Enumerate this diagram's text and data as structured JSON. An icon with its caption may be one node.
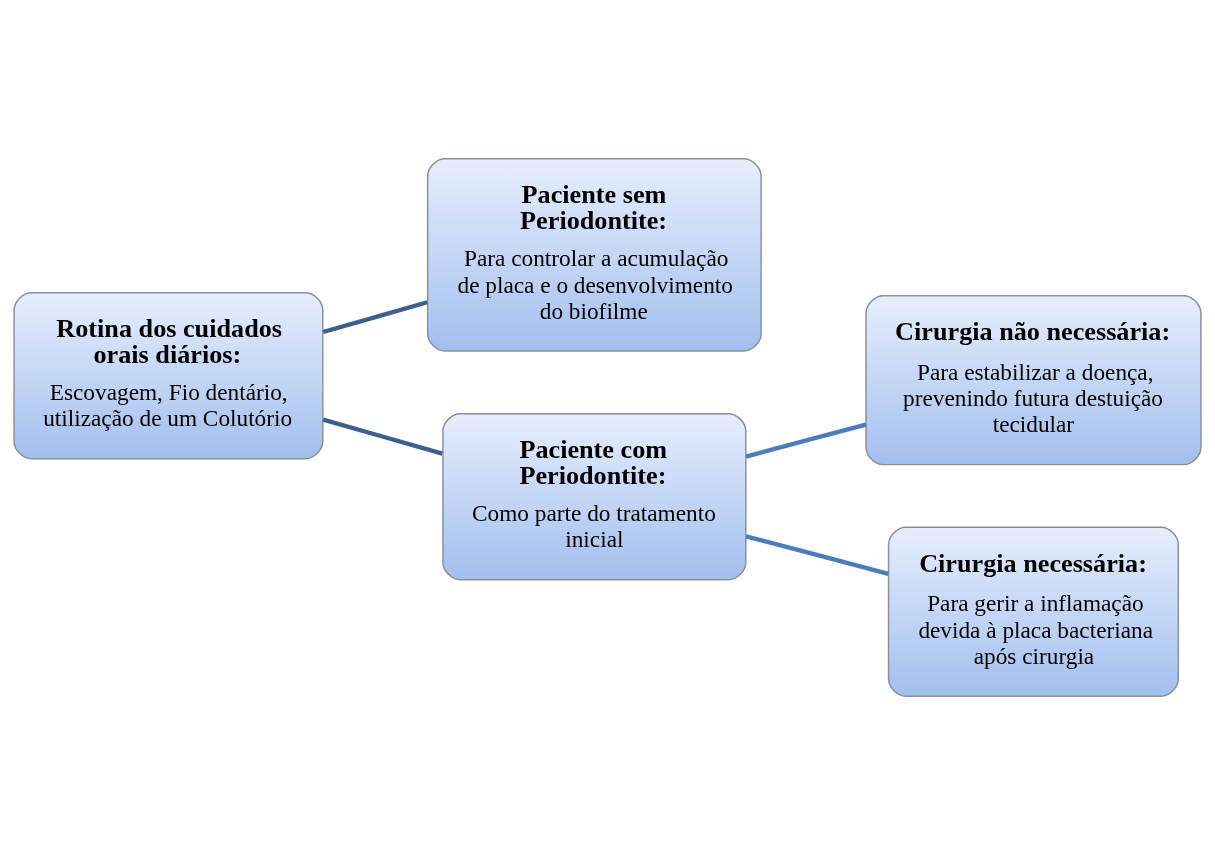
{
  "diagram": {
    "nodes": [
      {
        "text": [
          "Rotina dos cuidados orais diários:",
          "Escovagem, Fio dentário, utilização de um Colutório"
        ]
      },
      {
        "text": [
          "Paciente sem Periodontite:",
          "Para controlar a acumulação de placa e o desenvolvimento do biofilme"
        ]
      },
      {
        "text": [
          "Paciente com Periodontite:",
          "Como parte do tratamento inicial"
        ]
      },
      {
        "text": [
          "Cirurgia não necessária:",
          "Para estabilizar a doença, prevenindo futura destuição tecidular"
        ]
      },
      {
        "text": [
          "Cirurgia necessária:",
          "Para gerir a inflamação devida à placa bacteriana após cirurgia"
        ]
      }
    ],
    "edges": [
      {
        "from": 0,
        "to": 1,
        "arrow": "none",
        "color": "#3c5f8f"
      },
      {
        "from": 0,
        "to": 2,
        "arrow": "none",
        "color": "#3c5f8f"
      },
      {
        "from": 2,
        "to": 3,
        "arrow": "none",
        "color": "#4a7ebb"
      },
      {
        "from": 2,
        "to": 4,
        "arrow": "none",
        "color": "#4a7ebb"
      }
    ]
  }
}
